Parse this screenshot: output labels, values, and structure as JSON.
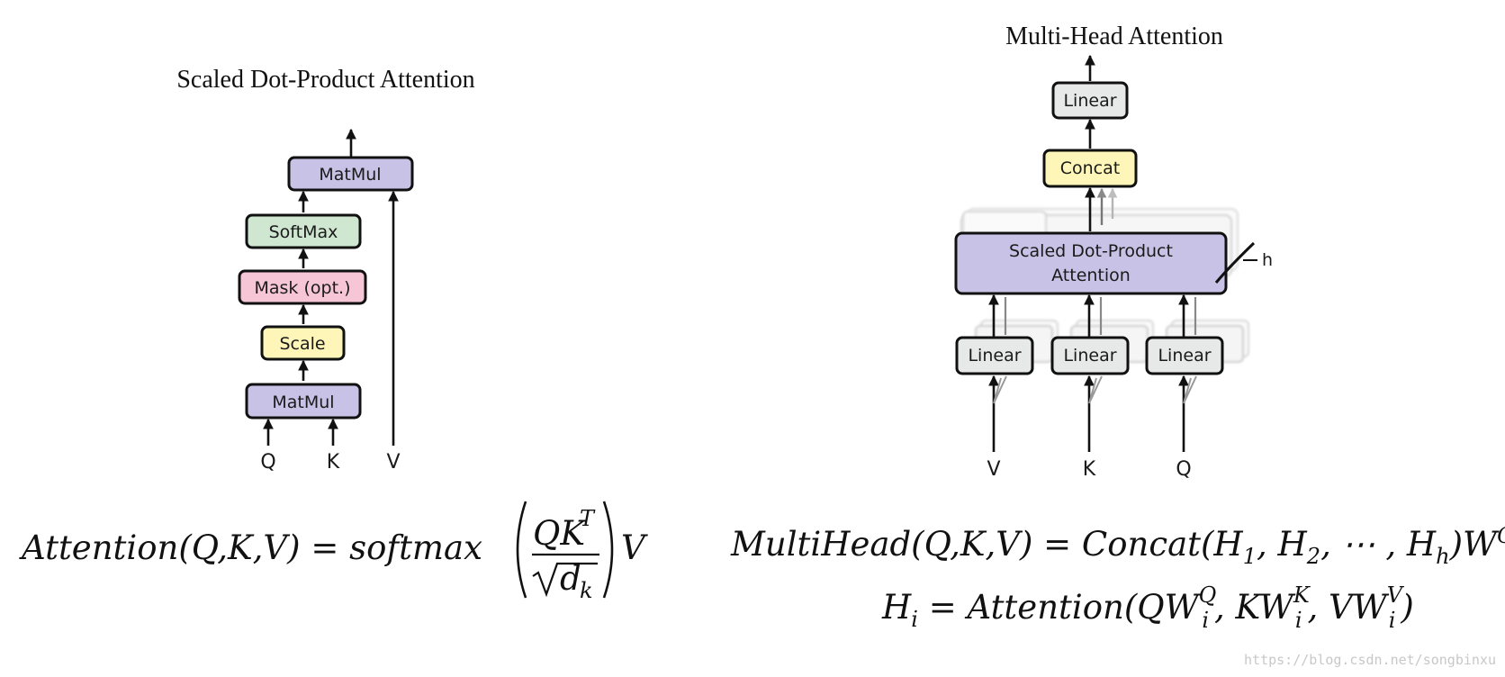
{
  "colors": {
    "matmul": "#c8c3e6",
    "softmax": "#cfe6d0",
    "mask": "#f6c6d6",
    "scale": "#fdf6b8",
    "linear": "#e6e9e8",
    "concat": "#fdf6b8",
    "attention": "#c8c3e6"
  },
  "left_diagram": {
    "title": "Scaled Dot-Product Attention",
    "boxes": {
      "matmul_top": "MatMul",
      "softmax": "SoftMax",
      "mask": "Mask (opt.)",
      "scale": "Scale",
      "matmul_bottom": "MatMul"
    },
    "inputs": {
      "q": "Q",
      "k": "K",
      "v": "V"
    }
  },
  "right_diagram": {
    "title": "Multi-Head Attention",
    "boxes": {
      "linear_top": "Linear",
      "concat": "Concat",
      "attention_line1": "Scaled Dot-Product",
      "attention_line2": "Attention",
      "linear_v": "Linear",
      "linear_k": "Linear",
      "linear_q": "Linear"
    },
    "heads_label": "h",
    "inputs": {
      "v": "V",
      "k": "K",
      "q": "Q"
    }
  },
  "equations": {
    "attention": {
      "lhs": "Attention(Q,K,V) = softmax",
      "num_main": "QK",
      "num_sup": "T",
      "den_main": "d",
      "den_sub": "k",
      "tail": "V"
    },
    "multihead": {
      "text_a": "MultiHead(Q,K,V) = Concat(H",
      "sub1": "1",
      "text_b": ", H",
      "sub2": "2",
      "text_c": ", ⋯ , H",
      "subh": "h",
      "text_d": ")W",
      "sup_o": "O"
    },
    "head": {
      "h": "H",
      "h_sub": "i",
      "eq": " = Attention(QW",
      "q_sup": "Q",
      "q_sub": "i",
      "k_mid": ", KW",
      "k_sup": "K",
      "k_sub": "i",
      "v_mid": ", VW",
      "v_sup": "V",
      "v_sub": "i",
      "close": ")"
    }
  },
  "watermark": "https://blog.csdn.net/songbinxu"
}
